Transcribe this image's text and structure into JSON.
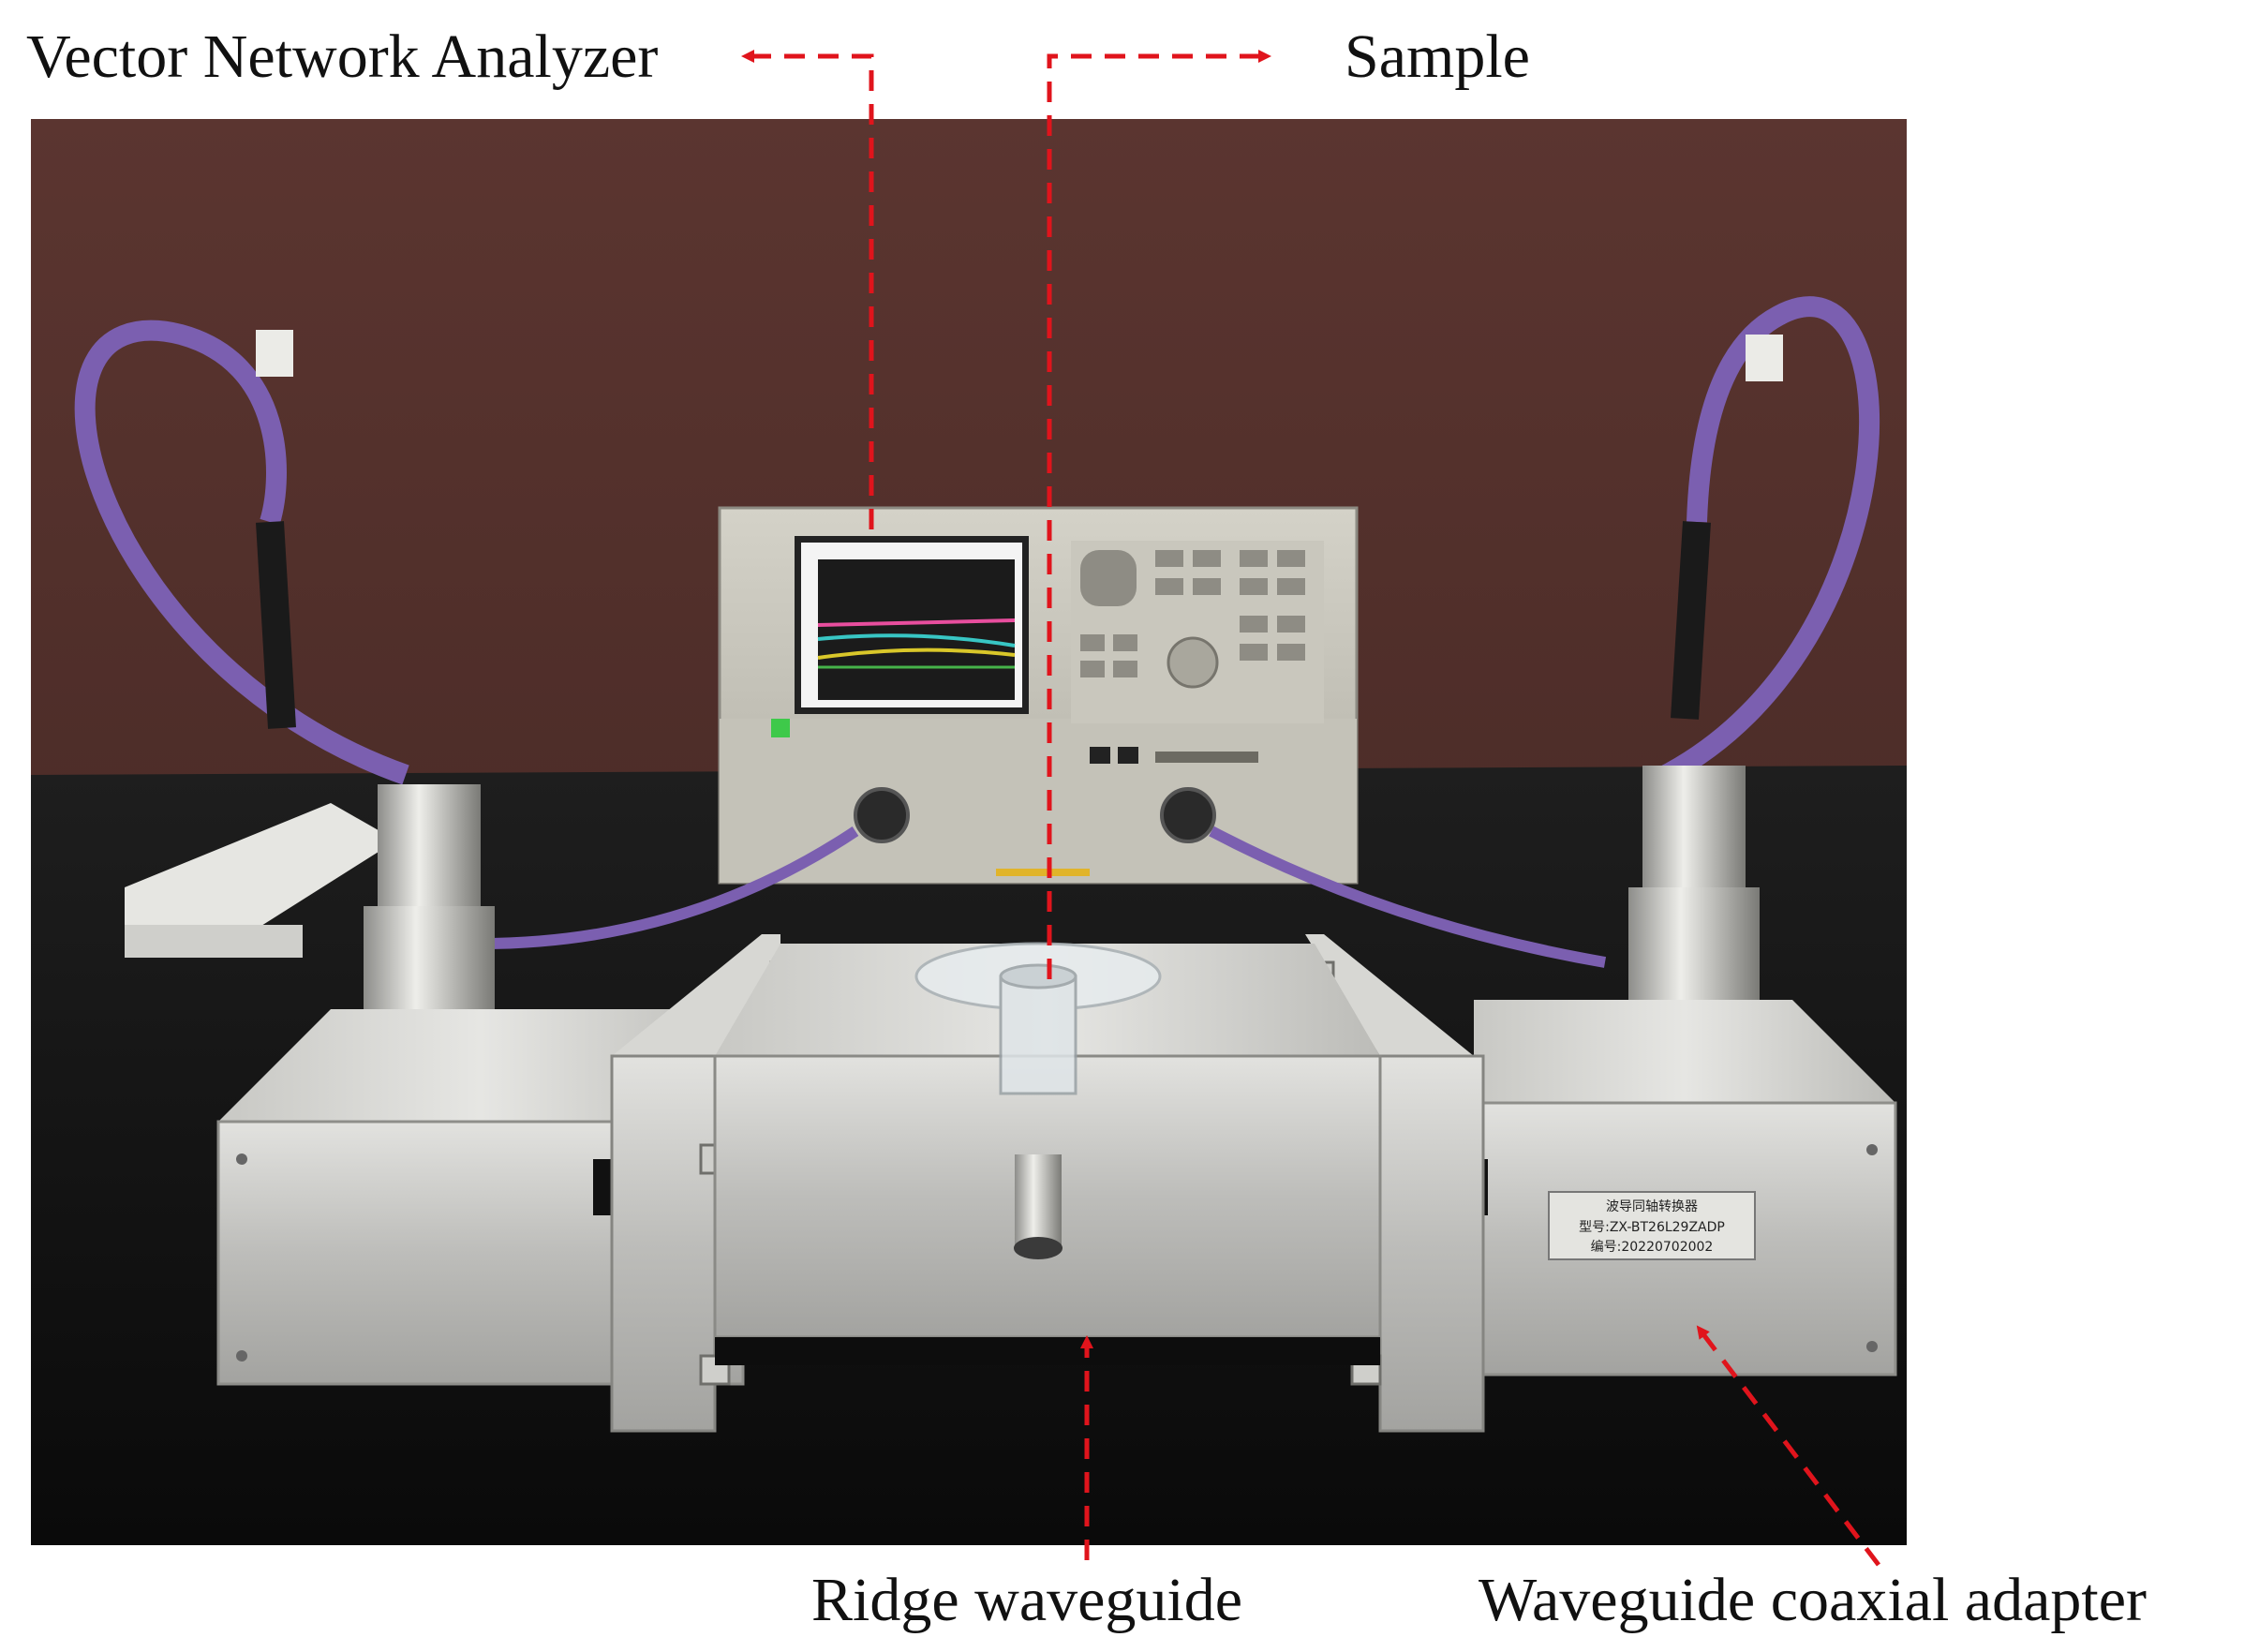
{
  "labels": {
    "vna": "Vector Network Analyzer",
    "sample": "Sample",
    "ridge_waveguide": "Ridge waveguide",
    "waveguide_adapter": "Waveguide coaxial adapter"
  },
  "adapter_plate": {
    "line1": "波导同轴转换器",
    "line2": "型号:ZX-BT26L29ZADP",
    "line3": "编号:20220702002"
  },
  "colors": {
    "annotation_red": "#e0141c",
    "backdrop": "#4a2a26",
    "bench": "#141414",
    "aluminum": "#c9c9c6",
    "cable_purple": "#7b5fb0"
  }
}
